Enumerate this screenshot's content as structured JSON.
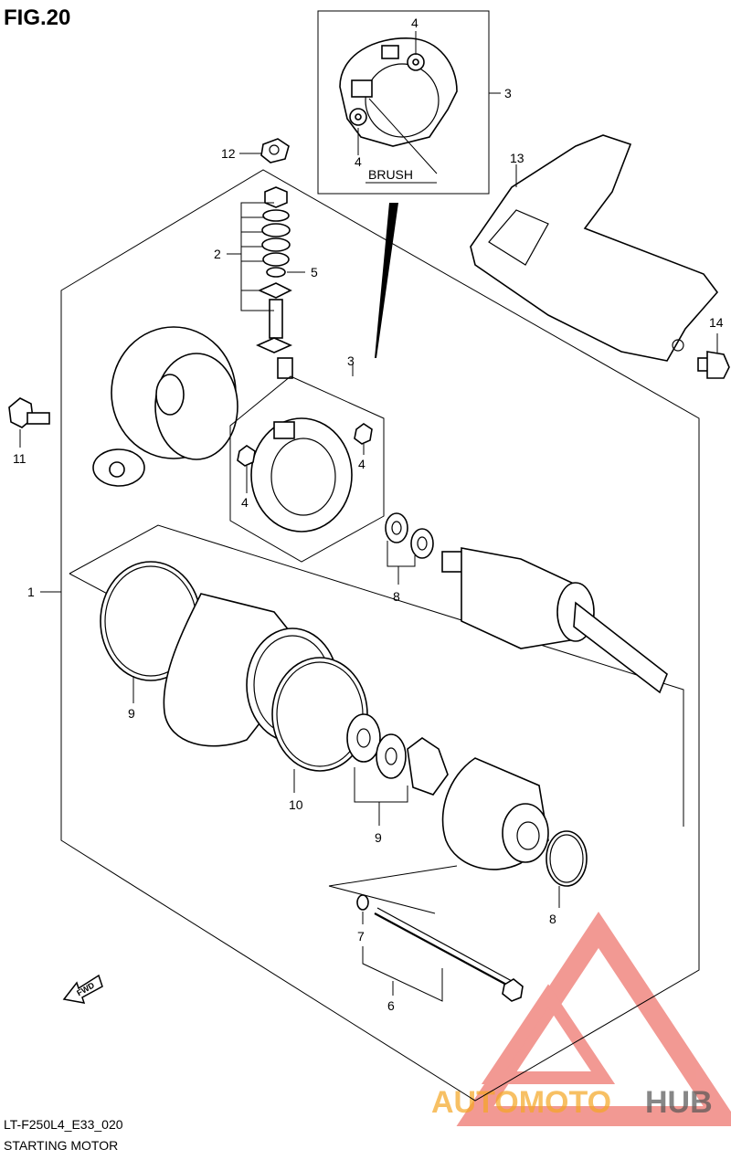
{
  "figure": {
    "title": "FIG.20",
    "code": "LT-F250L4_E33_020",
    "name": "STARTING MOTOR"
  },
  "callouts": [
    {
      "id": "c1",
      "label": "1"
    },
    {
      "id": "c2",
      "label": "2"
    },
    {
      "id": "c3a",
      "label": "3"
    },
    {
      "id": "c3b",
      "label": "3"
    },
    {
      "id": "c4a",
      "label": "4"
    },
    {
      "id": "c4b",
      "label": "4"
    },
    {
      "id": "c4c",
      "label": "4"
    },
    {
      "id": "c4d",
      "label": "4"
    },
    {
      "id": "c5",
      "label": "5"
    },
    {
      "id": "c6",
      "label": "6"
    },
    {
      "id": "c7",
      "label": "7"
    },
    {
      "id": "c8a",
      "label": "8"
    },
    {
      "id": "c8b",
      "label": "8"
    },
    {
      "id": "c9a",
      "label": "9"
    },
    {
      "id": "c9b",
      "label": "9"
    },
    {
      "id": "c10",
      "label": "10"
    },
    {
      "id": "c11",
      "label": "11"
    },
    {
      "id": "c12",
      "label": "12"
    },
    {
      "id": "c13",
      "label": "13"
    },
    {
      "id": "c14",
      "label": "14"
    }
  ],
  "inset": {
    "brush_label": "BRUSH"
  },
  "fwd_label": "FWD",
  "watermark": {
    "part1": "AUTOMOTO",
    "part2": "HUB",
    "color1": "#f5a623",
    "color2": "#555555",
    "triangle_color": "#e8463c"
  }
}
